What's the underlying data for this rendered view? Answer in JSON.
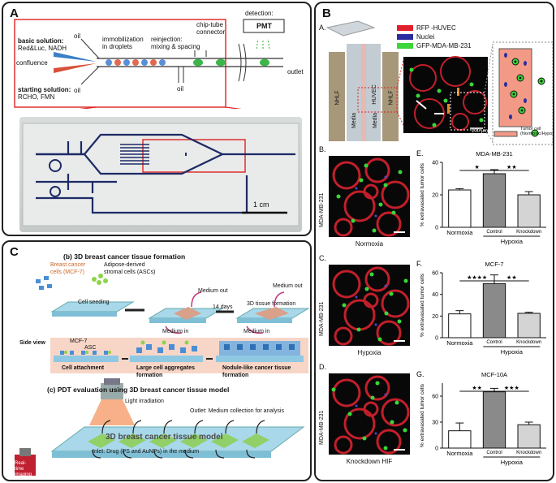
{
  "panelA": {
    "tag": "A",
    "detection": "detection:",
    "pmt": "PMT",
    "basic_solution": "basic solution:",
    "basic_sub": "Red&Luc, NADH",
    "starting_solution": "starting solution:",
    "starting_sub": "RCHO, FMN",
    "confluence": "confluence",
    "immobilization": "immobilization\nin droplets",
    "reinjection": "reinjection:\nmixing & spacing",
    "connector": "chip-tube\nconnector",
    "oil": "oil",
    "outlet": "outlet",
    "scale": "1 cm"
  },
  "panelB": {
    "tag": "B",
    "sub": "A.",
    "legend": [
      {
        "label": "RFP -HUVEC",
        "color": "#e0202a"
      },
      {
        "label": "Nuclei",
        "color": "#2a2ea0"
      },
      {
        "label": "GFP-MDA-MB-231",
        "color": "#3ad63a"
      }
    ],
    "channels": [
      "NHLF",
      "Media",
      "HUVEC",
      "Media",
      "NHLF"
    ],
    "tumor_cell": "Tumor cell\n(Normoxic/Hypoxic)",
    "scale_text": "100 μm",
    "images": [
      {
        "letter": "B.",
        "side": "MDA-MB-231",
        "caption": "Normoxia"
      },
      {
        "letter": "C.",
        "side": "MDA-MB-231",
        "caption": "Hypoxia"
      },
      {
        "letter": "D.",
        "side": "MDA-MB-231",
        "caption": "Knockdown HIF"
      }
    ]
  },
  "chart_data": [
    {
      "letter": "E.",
      "type": "bar",
      "title": "MDA-MB-231",
      "ylabel": "% extravasated tumor cells",
      "categories": [
        "Normoxia",
        "Control",
        "Knockdown"
      ],
      "group_label": "Hypoxia",
      "values": [
        23,
        33,
        20
      ],
      "errors": [
        0.8,
        2.5,
        2
      ],
      "ylim": [
        0,
        40
      ],
      "yticks": [
        0,
        20,
        40
      ],
      "sig": [
        "★",
        "★★"
      ]
    },
    {
      "letter": "F.",
      "type": "bar",
      "title": "MCF-7",
      "ylabel": "% extravasated tumor cells",
      "categories": [
        "Normoxia",
        "Control",
        "Knockdown"
      ],
      "group_label": "Hypoxia",
      "values": [
        22,
        50,
        22.5
      ],
      "errors": [
        3,
        8,
        1
      ],
      "ylim": [
        0,
        60
      ],
      "yticks": [
        0,
        20,
        40,
        60
      ],
      "sig": [
        "★★★★",
        "★★"
      ]
    },
    {
      "letter": "G.",
      "type": "bar",
      "title": "MCF-10A",
      "ylabel": "% extravasated tumor cells",
      "categories": [
        "Normoxia",
        "Control",
        "Knockdown"
      ],
      "group_label": "Hypoxia",
      "values": [
        20,
        65,
        27
      ],
      "errors": [
        9,
        4,
        3
      ],
      "ylim": [
        0,
        75
      ],
      "yticks": [
        0,
        30,
        60
      ],
      "sig": [
        "★★",
        "★★★"
      ]
    }
  ],
  "panelC": {
    "tag": "C",
    "section_b": "(b) 3D breast cancer tissue formation",
    "mcf7_cells": "Breast cancer\ncells (MCF-7)",
    "ascs": "Adipose-derived\nstromal cells (ASCs)",
    "medium_out": "Medium out",
    "medium_in": "Medium in",
    "cell_seeding": "Cell seeding",
    "days": "14 days",
    "tissue_formation": "3D tissue formation",
    "side_view": "Side view",
    "mcf7": "MCF-7",
    "asc": "ASC",
    "attach": "Cell attachment",
    "aggregates": "Large cell aggregates\nformation",
    "nodule": "Nodule-like cancer tissue\nformation",
    "section_c": "(c) PDT evaluation using 3D breast cancer tissue model",
    "light": "Light irradiation",
    "outlet": "Outlet: Medium collection for analysis",
    "model": "3D breast cancer tissue model",
    "inlet": "Inlet: Drug (PS and AuNPs) in the medium",
    "realtime": "Real-\ntime\nimaging"
  }
}
